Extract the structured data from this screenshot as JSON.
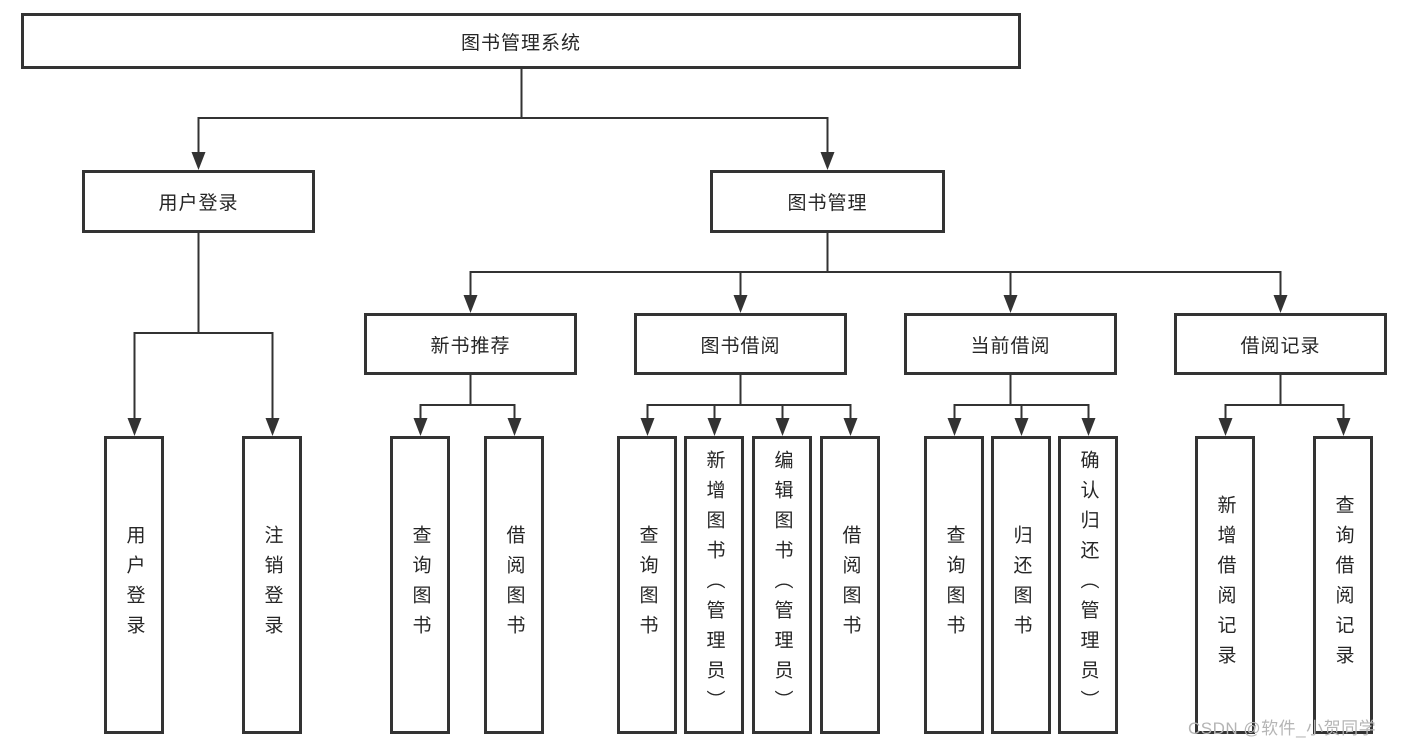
{
  "diagram": {
    "root": {
      "label": "图书管理系统"
    },
    "branches": [
      {
        "label": "用户登录",
        "children": [
          {
            "label": "用户登录"
          },
          {
            "label": "注销登录"
          }
        ]
      },
      {
        "label": "图书管理",
        "children": [
          {
            "label": "新书推荐",
            "children": [
              {
                "label": "查询图书"
              },
              {
                "label": "借阅图书"
              }
            ]
          },
          {
            "label": "图书借阅",
            "children": [
              {
                "label": "查询图书"
              },
              {
                "label": "新增图书（管理员）"
              },
              {
                "label": "编辑图书（管理员）"
              },
              {
                "label": "借阅图书"
              }
            ]
          },
          {
            "label": "当前借阅",
            "children": [
              {
                "label": "查询图书"
              },
              {
                "label": "归还图书"
              },
              {
                "label": "确认归还（管理员）"
              }
            ]
          },
          {
            "label": "借阅记录",
            "children": [
              {
                "label": "新增借阅记录"
              },
              {
                "label": "查询借阅记录"
              }
            ]
          }
        ]
      }
    ]
  },
  "watermark": {
    "text": "CSDN @软件_小贺同学"
  },
  "colors": {
    "line": "#333333",
    "box_border": "#333333",
    "text": "#262626",
    "watermark": "#b5b5b5",
    "background": "#ffffff"
  }
}
